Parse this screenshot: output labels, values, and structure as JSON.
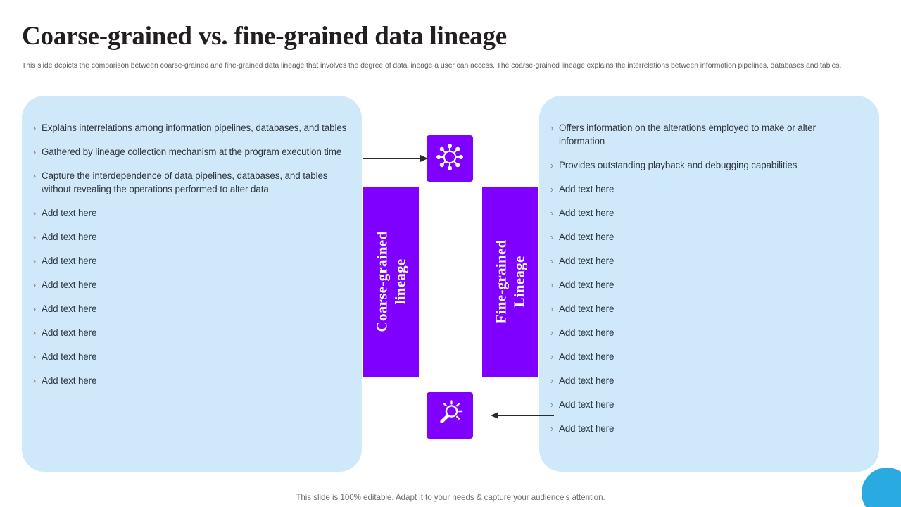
{
  "header": {
    "title": "Coarse-grained vs. fine-grained data lineage",
    "subtitle": "This slide depicts the comparison between coarse-grained and fine-grained data lineage that involves the degree of data lineage a user can access. The coarse-grained lineage explains the interrelations between information pipelines, databases and tables."
  },
  "colors": {
    "panel_background": "#cfe9fb",
    "accent_purple": "#8000ff",
    "title_text": "#231f20",
    "body_text": "#33383f",
    "subtitle_text": "#5e5e5e",
    "corner_dot": "#29abe2",
    "arrow": "#2b2b2b"
  },
  "left_panel": {
    "bar_label_line1": "Coarse-grained",
    "bar_label_line2": "lineage",
    "bullet_glyph": "›",
    "bullets": [
      "Explains interrelations among information pipelines, databases, and tables",
      "Gathered by lineage collection mechanism at the program execution time",
      "Capture the interdependence of data pipelines, databases, and tables without revealing the operations performed to alter data",
      "Add text here",
      "Add text here",
      "Add text here",
      "Add text here",
      "Add text here",
      "Add text here",
      "Add text here",
      "Add text here"
    ]
  },
  "right_panel": {
    "bar_label_line1": "Fine-grained",
    "bar_label_line2": "Lineage",
    "bullet_glyph": "›",
    "bullets": [
      "Offers information on the alterations employed to make or alter information",
      "Provides outstanding playback and debugging capabilities",
      "Add text here",
      "Add text here",
      "Add text here",
      "Add text here",
      "Add text here",
      "Add text here",
      "Add text here",
      "Add text here",
      "Add text here",
      "Add text here",
      "Add text here"
    ]
  },
  "icons": {
    "top": "network-hub-icon",
    "bottom": "magnifier-insight-icon"
  },
  "footer": {
    "note": "This slide is 100% editable. Adapt it to your needs & capture your audience's attention."
  }
}
